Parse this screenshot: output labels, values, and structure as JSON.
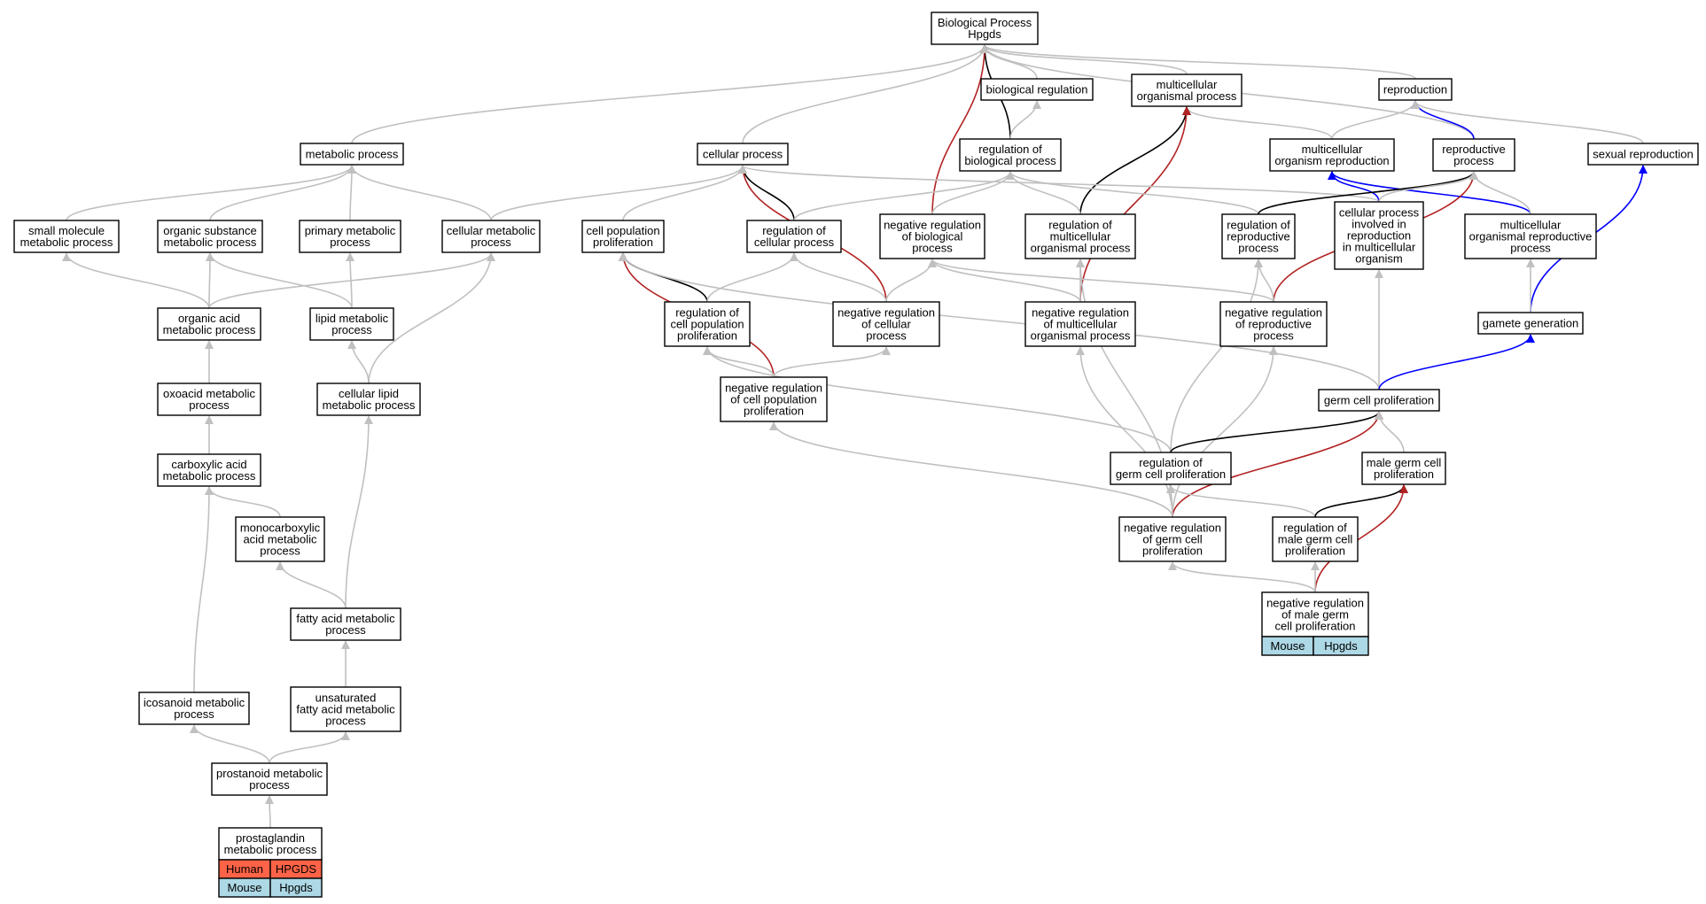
{
  "colors": {
    "default_edge": "#c0c0c0",
    "is_a": "#000000",
    "positively_regulates": "#0000ff",
    "negatively_regulates": "#b22222",
    "human_cell": "#ff6347",
    "mouse_cell": "#add8e6"
  },
  "nodes": [
    {
      "id": "bp",
      "lines": [
        "Biological Process",
        "Hpgds"
      ]
    },
    {
      "id": "biological_regulation",
      "lines": [
        "biological regulation"
      ]
    },
    {
      "id": "multicellular_organismal_process",
      "lines": [
        "multicellular",
        "organismal process"
      ]
    },
    {
      "id": "reproduction",
      "lines": [
        "reproduction"
      ]
    },
    {
      "id": "metabolic_process",
      "lines": [
        "metabolic process"
      ]
    },
    {
      "id": "cellular_process",
      "lines": [
        "cellular process"
      ]
    },
    {
      "id": "regulation_of_biological_process",
      "lines": [
        "regulation of",
        "biological process"
      ]
    },
    {
      "id": "multicellular_organism_reproduction",
      "lines": [
        "multicellular",
        "organism reproduction"
      ]
    },
    {
      "id": "reproductive_process",
      "lines": [
        "reproductive",
        "process"
      ]
    },
    {
      "id": "sexual_reproduction",
      "lines": [
        "sexual reproduction"
      ]
    },
    {
      "id": "small_molecule_metabolic_process",
      "lines": [
        "small molecule",
        "metabolic process"
      ]
    },
    {
      "id": "organic_substance_metabolic_process",
      "lines": [
        "organic substance",
        "metabolic process"
      ]
    },
    {
      "id": "primary_metabolic_process",
      "lines": [
        "primary metabolic",
        "process"
      ]
    },
    {
      "id": "cellular_metabolic_process",
      "lines": [
        "cellular metabolic",
        "process"
      ]
    },
    {
      "id": "cell_population_proliferation",
      "lines": [
        "cell population",
        "proliferation"
      ]
    },
    {
      "id": "regulation_of_cellular_process",
      "lines": [
        "regulation of",
        "cellular process"
      ]
    },
    {
      "id": "negative_regulation_of_biological_process",
      "lines": [
        "negative regulation",
        "of biological",
        "process"
      ]
    },
    {
      "id": "regulation_of_multicellular_organismal_process",
      "lines": [
        "regulation of",
        "multicellular",
        "organismal process"
      ]
    },
    {
      "id": "regulation_of_reproductive_process",
      "lines": [
        "regulation of",
        "reproductive",
        "process"
      ]
    },
    {
      "id": "cellular_process_involved_in_reproduction",
      "lines": [
        "cellular process",
        "involved in",
        "reproduction",
        "in multicellular",
        "organism"
      ]
    },
    {
      "id": "multicellular_organismal_reproductive_process",
      "lines": [
        "multicellular",
        "organismal reproductive",
        "process"
      ]
    },
    {
      "id": "organic_acid_metabolic_process",
      "lines": [
        "organic acid",
        "metabolic process"
      ]
    },
    {
      "id": "lipid_metabolic_process",
      "lines": [
        "lipid metabolic",
        "process"
      ]
    },
    {
      "id": "regulation_of_cell_population_proliferation",
      "lines": [
        "regulation of",
        "cell population",
        "proliferation"
      ]
    },
    {
      "id": "negative_regulation_of_cellular_process",
      "lines": [
        "negative regulation",
        "of cellular",
        "process"
      ]
    },
    {
      "id": "negative_regulation_of_multicellular_organismal_process",
      "lines": [
        "negative regulation",
        "of multicellular",
        "organismal process"
      ]
    },
    {
      "id": "negative_regulation_of_reproductive_process",
      "lines": [
        "negative regulation",
        "of reproductive",
        "process"
      ]
    },
    {
      "id": "gamete_generation",
      "lines": [
        "gamete generation"
      ]
    },
    {
      "id": "oxoacid_metabolic_process",
      "lines": [
        "oxoacid metabolic",
        "process"
      ]
    },
    {
      "id": "cellular_lipid_metabolic_process",
      "lines": [
        "cellular lipid",
        "metabolic process"
      ]
    },
    {
      "id": "negative_regulation_of_cell_population_proliferation",
      "lines": [
        "negative regulation",
        "of cell population",
        "proliferation"
      ]
    },
    {
      "id": "germ_cell_proliferation",
      "lines": [
        "germ cell proliferation"
      ]
    },
    {
      "id": "carboxylic_acid_metabolic_process",
      "lines": [
        "carboxylic acid",
        "metabolic process"
      ]
    },
    {
      "id": "regulation_of_germ_cell_proliferation",
      "lines": [
        "regulation of",
        "germ cell proliferation"
      ]
    },
    {
      "id": "male_germ_cell_proliferation",
      "lines": [
        "male germ cell",
        "proliferation"
      ]
    },
    {
      "id": "monocarboxylic_acid_metabolic_process",
      "lines": [
        "monocarboxylic",
        "acid metabolic",
        "process"
      ]
    },
    {
      "id": "negative_regulation_of_germ_cell_proliferation",
      "lines": [
        "negative regulation",
        "of germ cell",
        "proliferation"
      ]
    },
    {
      "id": "regulation_of_male_germ_cell_proliferation",
      "lines": [
        "regulation of",
        "male germ cell",
        "proliferation"
      ]
    },
    {
      "id": "fatty_acid_metabolic_process",
      "lines": [
        "fatty acid metabolic",
        "process"
      ]
    },
    {
      "id": "negative_regulation_of_male_germ_cell_proliferation",
      "lines": [
        "negative regulation",
        "of male germ",
        "cell proliferation"
      ],
      "genes": [
        {
          "species": "Mouse",
          "gene": "Hpgds"
        }
      ]
    },
    {
      "id": "icosanoid_metabolic_process",
      "lines": [
        "icosanoid metabolic",
        "process"
      ]
    },
    {
      "id": "unsaturated_fatty_acid_metabolic_process",
      "lines": [
        "unsaturated",
        "fatty acid metabolic",
        "process"
      ]
    },
    {
      "id": "prostanoid_metabolic_process",
      "lines": [
        "prostanoid metabolic",
        "process"
      ]
    },
    {
      "id": "prostaglandin_metabolic_process",
      "lines": [
        "prostaglandin",
        "metabolic process"
      ],
      "genes": [
        {
          "species": "Human",
          "gene": "HPGDS"
        },
        {
          "species": "Mouse",
          "gene": "Hpgds"
        }
      ]
    }
  ],
  "edges": [
    {
      "from": "biological_regulation",
      "to": "bp",
      "type": "default"
    },
    {
      "from": "multicellular_organismal_process",
      "to": "bp",
      "type": "default"
    },
    {
      "from": "reproduction",
      "to": "bp",
      "type": "default"
    },
    {
      "from": "metabolic_process",
      "to": "bp",
      "type": "default"
    },
    {
      "from": "cellular_process",
      "to": "bp",
      "type": "default"
    },
    {
      "from": "regulation_of_biological_process",
      "to": "bp",
      "type": "is_a"
    },
    {
      "from": "negative_regulation_of_biological_process",
      "to": "bp",
      "type": "negatively_regulates"
    },
    {
      "from": "reproductive_process",
      "to": "bp",
      "type": "default"
    },
    {
      "from": "regulation_of_biological_process",
      "to": "biological_regulation",
      "type": "default"
    },
    {
      "from": "multicellular_organism_reproduction",
      "to": "multicellular_organismal_process",
      "type": "default"
    },
    {
      "from": "regulation_of_multicellular_organismal_process",
      "to": "multicellular_organismal_process",
      "type": "is_a"
    },
    {
      "from": "negative_regulation_of_multicellular_organismal_process",
      "to": "multicellular_organismal_process",
      "type": "negatively_regulates"
    },
    {
      "from": "multicellular_organism_reproduction",
      "to": "reproduction",
      "type": "default"
    },
    {
      "from": "reproductive_process",
      "to": "reproduction",
      "type": "positively_regulates"
    },
    {
      "from": "sexual_reproduction",
      "to": "reproduction",
      "type": "default"
    },
    {
      "from": "small_molecule_metabolic_process",
      "to": "metabolic_process",
      "type": "default"
    },
    {
      "from": "organic_substance_metabolic_process",
      "to": "metabolic_process",
      "type": "default"
    },
    {
      "from": "primary_metabolic_process",
      "to": "metabolic_process",
      "type": "default"
    },
    {
      "from": "cellular_metabolic_process",
      "to": "metabolic_process",
      "type": "default"
    },
    {
      "from": "cell_population_proliferation",
      "to": "cellular_process",
      "type": "default"
    },
    {
      "from": "regulation_of_cellular_process",
      "to": "cellular_process",
      "type": "is_a"
    },
    {
      "from": "negative_regulation_of_cellular_process",
      "to": "cellular_process",
      "type": "negatively_regulates"
    },
    {
      "from": "cellular_metabolic_process",
      "to": "cellular_process",
      "type": "default"
    },
    {
      "from": "cellular_process_involved_in_reproduction",
      "to": "cellular_process",
      "type": "default"
    },
    {
      "from": "regulation_of_cellular_process",
      "to": "regulation_of_biological_process",
      "type": "default"
    },
    {
      "from": "negative_regulation_of_biological_process",
      "to": "regulation_of_biological_process",
      "type": "default"
    },
    {
      "from": "regulation_of_multicellular_organismal_process",
      "to": "regulation_of_biological_process",
      "type": "default"
    },
    {
      "from": "regulation_of_reproductive_process",
      "to": "regulation_of_biological_process",
      "type": "default"
    },
    {
      "from": "cellular_process_involved_in_reproduction",
      "to": "multicellular_organism_reproduction",
      "type": "positively_regulates"
    },
    {
      "from": "multicellular_organismal_reproductive_process",
      "to": "multicellular_organism_reproduction",
      "type": "positively_regulates"
    },
    {
      "from": "regulation_of_reproductive_process",
      "to": "reproductive_process",
      "type": "is_a"
    },
    {
      "from": "negative_regulation_of_reproductive_process",
      "to": "reproductive_process",
      "type": "negatively_regulates"
    },
    {
      "from": "cellular_process_involved_in_reproduction",
      "to": "reproductive_process",
      "type": "default"
    },
    {
      "from": "multicellular_organismal_reproductive_process",
      "to": "reproductive_process",
      "type": "default"
    },
    {
      "from": "gamete_generation",
      "to": "sexual_reproduction",
      "type": "positively_regulates"
    },
    {
      "from": "organic_acid_metabolic_process",
      "to": "small_molecule_metabolic_process",
      "type": "default"
    },
    {
      "from": "organic_acid_metabolic_process",
      "to": "organic_substance_metabolic_process",
      "type": "default"
    },
    {
      "from": "lipid_metabolic_process",
      "to": "organic_substance_metabolic_process",
      "type": "default"
    },
    {
      "from": "lipid_metabolic_process",
      "to": "primary_metabolic_process",
      "type": "default"
    },
    {
      "from": "organic_acid_metabolic_process",
      "to": "cellular_metabolic_process",
      "type": "default"
    },
    {
      "from": "cellular_lipid_metabolic_process",
      "to": "cellular_metabolic_process",
      "type": "default"
    },
    {
      "from": "regulation_of_cell_population_proliferation",
      "to": "cell_population_proliferation",
      "type": "is_a"
    },
    {
      "from": "negative_regulation_of_cell_population_proliferation",
      "to": "cell_population_proliferation",
      "type": "negatively_regulates"
    },
    {
      "from": "germ_cell_proliferation",
      "to": "cell_population_proliferation",
      "type": "default"
    },
    {
      "from": "regulation_of_cell_population_proliferation",
      "to": "regulation_of_cellular_process",
      "type": "default"
    },
    {
      "from": "negative_regulation_of_cellular_process",
      "to": "regulation_of_cellular_process",
      "type": "default"
    },
    {
      "from": "negative_regulation_of_cellular_process",
      "to": "negative_regulation_of_biological_process",
      "type": "default"
    },
    {
      "from": "negative_regulation_of_multicellular_organismal_process",
      "to": "negative_regulation_of_biological_process",
      "type": "default"
    },
    {
      "from": "negative_regulation_of_reproductive_process",
      "to": "negative_regulation_of_biological_process",
      "type": "default"
    },
    {
      "from": "negative_regulation_of_multicellular_organismal_process",
      "to": "regulation_of_multicellular_organismal_process",
      "type": "default"
    },
    {
      "from": "negative_regulation_of_germ_cell_proliferation",
      "to": "regulation_of_multicellular_organismal_process",
      "type": "default"
    },
    {
      "from": "negative_regulation_of_reproductive_process",
      "to": "regulation_of_reproductive_process",
      "type": "default"
    },
    {
      "from": "regulation_of_germ_cell_proliferation",
      "to": "regulation_of_reproductive_process",
      "type": "default"
    },
    {
      "from": "germ_cell_proliferation",
      "to": "cellular_process_involved_in_reproduction",
      "type": "default"
    },
    {
      "from": "gamete_generation",
      "to": "multicellular_organismal_reproductive_process",
      "type": "default"
    },
    {
      "from": "oxoacid_metabolic_process",
      "to": "organic_acid_metabolic_process",
      "type": "default"
    },
    {
      "from": "cellular_lipid_metabolic_process",
      "to": "lipid_metabolic_process",
      "type": "default"
    },
    {
      "from": "negative_regulation_of_cell_population_proliferation",
      "to": "regulation_of_cell_population_proliferation",
      "type": "default"
    },
    {
      "from": "regulation_of_germ_cell_proliferation",
      "to": "regulation_of_cell_population_proliferation",
      "type": "default"
    },
    {
      "from": "negative_regulation_of_cell_population_proliferation",
      "to": "negative_regulation_of_cellular_process",
      "type": "default"
    },
    {
      "from": "negative_regulation_of_germ_cell_proliferation",
      "to": "negative_regulation_of_multicellular_organismal_process",
      "type": "default"
    },
    {
      "from": "negative_regulation_of_germ_cell_proliferation",
      "to": "negative_regulation_of_reproductive_process",
      "type": "default"
    },
    {
      "from": "germ_cell_proliferation",
      "to": "gamete_generation",
      "type": "positively_regulates"
    },
    {
      "from": "carboxylic_acid_metabolic_process",
      "to": "oxoacid_metabolic_process",
      "type": "default"
    },
    {
      "from": "fatty_acid_metabolic_process",
      "to": "cellular_lipid_metabolic_process",
      "type": "default"
    },
    {
      "from": "negative_regulation_of_germ_cell_proliferation",
      "to": "negative_regulation_of_cell_population_proliferation",
      "type": "default"
    },
    {
      "from": "regulation_of_germ_cell_proliferation",
      "to": "germ_cell_proliferation",
      "type": "is_a"
    },
    {
      "from": "negative_regulation_of_germ_cell_proliferation",
      "to": "germ_cell_proliferation",
      "type": "negatively_regulates"
    },
    {
      "from": "male_germ_cell_proliferation",
      "to": "germ_cell_proliferation",
      "type": "default"
    },
    {
      "from": "monocarboxylic_acid_metabolic_process",
      "to": "carboxylic_acid_metabolic_process",
      "type": "default"
    },
    {
      "from": "icosanoid_metabolic_process",
      "to": "carboxylic_acid_metabolic_process",
      "type": "default"
    },
    {
      "from": "negative_regulation_of_germ_cell_proliferation",
      "to": "regulation_of_germ_cell_proliferation",
      "type": "default"
    },
    {
      "from": "regulation_of_male_germ_cell_proliferation",
      "to": "regulation_of_germ_cell_proliferation",
      "type": "default"
    },
    {
      "from": "regulation_of_male_germ_cell_proliferation",
      "to": "male_germ_cell_proliferation",
      "type": "is_a"
    },
    {
      "from": "negative_regulation_of_male_germ_cell_proliferation",
      "to": "male_germ_cell_proliferation",
      "type": "negatively_regulates"
    },
    {
      "from": "fatty_acid_metabolic_process",
      "to": "monocarboxylic_acid_metabolic_process",
      "type": "default"
    },
    {
      "from": "negative_regulation_of_male_germ_cell_proliferation",
      "to": "negative_regulation_of_germ_cell_proliferation",
      "type": "default"
    },
    {
      "from": "negative_regulation_of_male_germ_cell_proliferation",
      "to": "regulation_of_male_germ_cell_proliferation",
      "type": "default"
    },
    {
      "from": "unsaturated_fatty_acid_metabolic_process",
      "to": "fatty_acid_metabolic_process",
      "type": "default"
    },
    {
      "from": "prostanoid_metabolic_process",
      "to": "icosanoid_metabolic_process",
      "type": "default"
    },
    {
      "from": "prostanoid_metabolic_process",
      "to": "unsaturated_fatty_acid_metabolic_process",
      "type": "default"
    },
    {
      "from": "prostaglandin_metabolic_process",
      "to": "prostanoid_metabolic_process",
      "type": "default"
    }
  ]
}
